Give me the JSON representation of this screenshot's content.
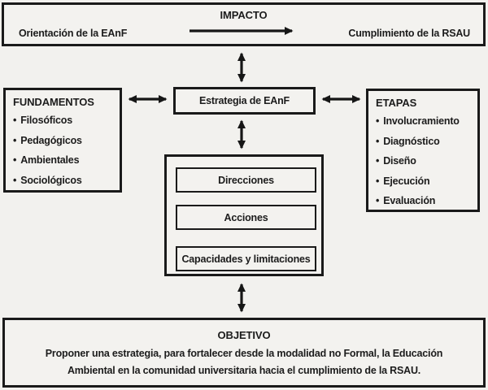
{
  "colors": {
    "background": "#f2f1ee",
    "line": "#1a1a1a",
    "text": "#1c1c1c"
  },
  "diagram": {
    "impact": {
      "title": "IMPACTO",
      "left_label": "Orientación de la EAnF",
      "right_label": "Cumplimiento de la RSAU"
    },
    "estrategia": {
      "label": "Estrategia de EAnF"
    },
    "fundamentos": {
      "title": "FUNDAMENTOS",
      "items": [
        "Filosóficos",
        "Pedagógicos",
        "Ambientales",
        "Sociológicos"
      ]
    },
    "etapas": {
      "title": "ETAPAS",
      "items": [
        "Involucramiento",
        "Diagnóstico",
        "Diseño",
        "Ejecución",
        "Evaluación"
      ]
    },
    "componentes": {
      "items": [
        "Direcciones",
        "Acciones",
        "Capacidades y limitaciones"
      ]
    },
    "objetivo": {
      "title": "OBJETIVO",
      "text": "Proponer una estrategia, para fortalecer desde la modalidad no Formal, la Educación Ambiental en la comunidad universitaria hacia el cumplimiento de la RSAU."
    }
  }
}
